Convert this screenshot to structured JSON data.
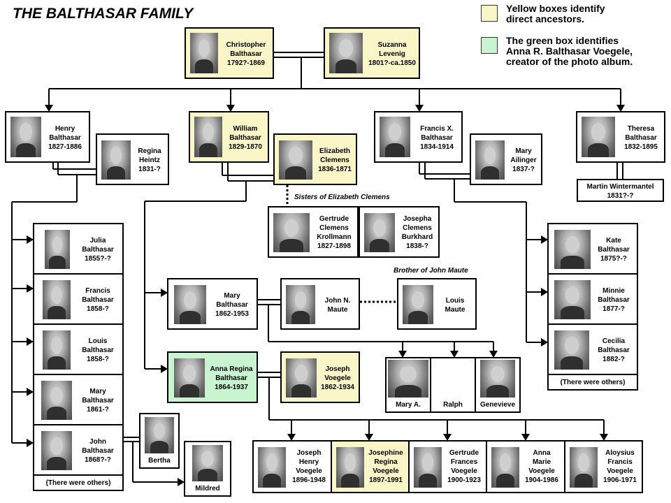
{
  "title": "THE BALTHASAR  FAMILY",
  "legend": {
    "yellow_text": "Yellow boxes identify\ndirect ancestors.",
    "green_text": "The green box identifies\nAnna R. Balthasar Voegele,\ncreator of the photo album.",
    "yellow_color": "#fbf6c7",
    "green_color": "#c8f5cf"
  },
  "notes": {
    "sisters": "Sisters of Elizabeth Clemens",
    "brother": "Brother of John Maute"
  },
  "people": {
    "christopher": "Christopher\nBalthasar\n1792?-1869",
    "suzanna": "Suzanna\nLevenig\n1801?-ca.1850",
    "henry": "Henry\nBalthasar\n1827-1886",
    "regina_heintz": "Regina\nHeintz\n1831-?",
    "william": "William\nBalthasar\n1829-1870",
    "elizabeth": "Elizabeth\nClemens\n1836-1871",
    "francis_x": "Francis X.\nBalthasar\n1834-1914",
    "mary_ailinger": "Mary\nAilinger\n1837-?",
    "theresa": "Theresa\nBalthasar\n1832-1895",
    "martin": "Martin Wintermantel\n1831?-?",
    "gertrude_clemens": "Gertrude\nClemens\nKrollmann\n1827-1898",
    "josepha_clemens": "Josepha\nClemens\nBurkhard\n1838-?",
    "julia": "Julia\nBalthasar\n1855?-?",
    "francis_b": "Francis\nBalthasar\n1858-?",
    "louis_b": "Louis\nBalthasar\n1858-?",
    "mary_b_1861": "Mary\nBalthasar\n1861-?",
    "john_b": "John\nBalthasar\n1868?-?",
    "others_1": "(There were others)",
    "bertha": "Bertha",
    "mildred": "Mildred",
    "mary_b_1862": "Mary\nBalthasar\n1862-1953",
    "john_maute": "John N.\nMaute",
    "louis_maute": "Louis\nMaute",
    "anna_regina": "Anna Regina\nBalthasar\n1864-1937",
    "joseph_voegele": "Joseph\nVoegele\n1862-1934",
    "mary_a": "Mary A.",
    "ralph": "Ralph",
    "genevieve": "Genevieve",
    "kate": "Kate\nBalthasar\n1875?-?",
    "minnie": "Minnie\nBalthasar\n1877-?",
    "cecilia": "Cecilia\nBalthasar\n1882-?",
    "others_2": "(There were others)",
    "joseph_h": "Joseph\nHenry\nVoegele\n1896-1948",
    "josephine": "Josephine\nRegina\nVoegele\n1897-1991",
    "gertrude_f": "Gertrude\nFrances\nVoegele\n1900-1923",
    "anna_m": "Anna\nMarie\nVoegele\n1904-1986",
    "aloysius": "Aloysius\nFrancis\nVoegele\n1906-1971"
  }
}
